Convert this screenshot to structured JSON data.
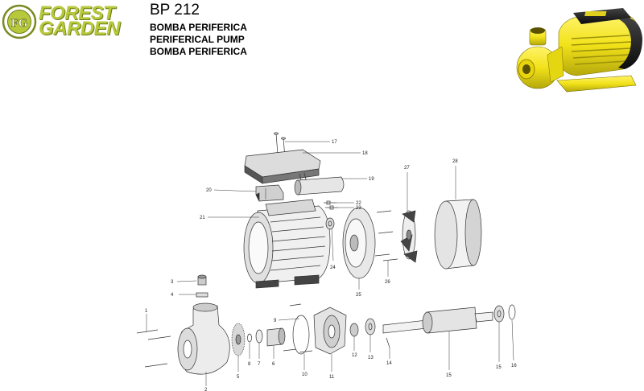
{
  "header": {
    "brand_line1": "FOREST",
    "brand_line2": "GARDEN",
    "emblem_text": "FG",
    "model": "BP 212",
    "title_lines": [
      "BOMBA PERIFERICA",
      "PERIFERICAL PUMP",
      "BOMBA PERIFERICA"
    ]
  },
  "colors": {
    "brand_green": "#b7c93a",
    "pump_yellow": "#f2e21a",
    "motor_black": "#1c1c1c"
  },
  "product_photo": {
    "icon": "pump-photo"
  },
  "callouts": [
    "1",
    "2",
    "3",
    "4",
    "5",
    "6",
    "7",
    "8",
    "9",
    "10",
    "11",
    "12",
    "13",
    "14",
    "15",
    "15",
    "16",
    "17",
    "18",
    "19",
    "20",
    "21",
    "22",
    "23",
    "24",
    "25",
    "26",
    "27",
    "28"
  ]
}
